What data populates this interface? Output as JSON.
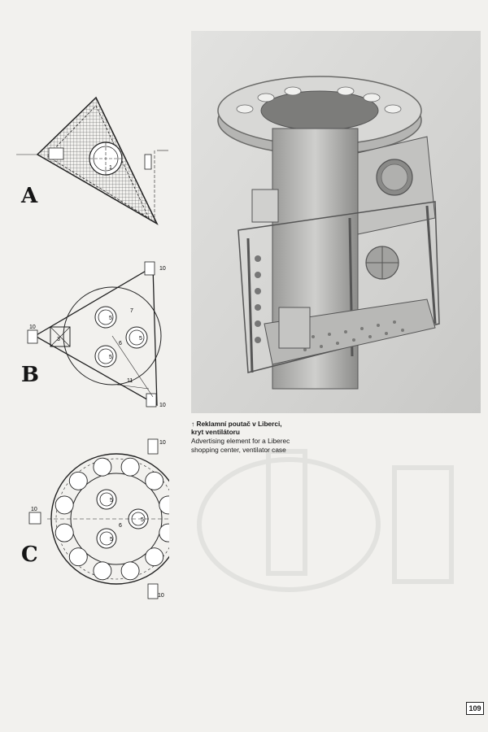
{
  "figures": [
    {
      "letter": "A"
    },
    {
      "letter": "B"
    },
    {
      "letter": "C"
    }
  ],
  "drawing_labels": {
    "a_one": "1",
    "b_ten_top": "10",
    "b_ten_left": "10",
    "b_ten_bottom": "10",
    "b_three": "3",
    "b_five_a": "5",
    "b_five_b": "5",
    "b_five_c": "5",
    "b_six": "6",
    "b_seven": "7",
    "b_eleven": "11",
    "c_ten_top": "10",
    "c_ten_left": "10",
    "c_ten_bottom": "10",
    "c_five_a": "5",
    "c_five_b": "5",
    "c_five_c": "5",
    "c_six": "6"
  },
  "caption": {
    "cz_line1": "↑ Reklamní poutač v Liberci,",
    "cz_line2": "kryt ventilátoru",
    "en_line1": "Advertising element for a Liberec",
    "en_line2": "shopping center, ventilator case"
  },
  "page_number": "109"
}
